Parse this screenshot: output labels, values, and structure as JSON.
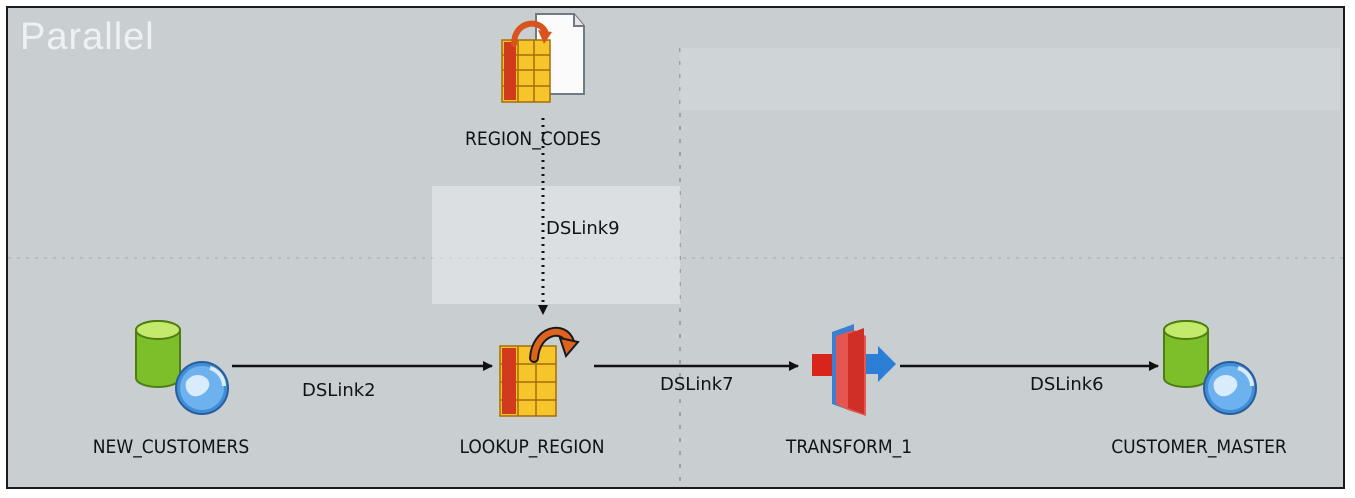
{
  "canvas": {
    "title": "Parallel",
    "background": "#c9ced1"
  },
  "stages": {
    "region_codes": {
      "label": "REGION_CODES",
      "icon": "lookup-file-set-icon"
    },
    "new_customers": {
      "label": "NEW_CUSTOMERS",
      "icon": "database-connector-icon"
    },
    "lookup_region": {
      "label": "LOOKUP_REGION",
      "icon": "lookup-stage-icon"
    },
    "transform_1": {
      "label": "TRANSFORM_1",
      "icon": "transformer-stage-icon"
    },
    "customer_master": {
      "label": "CUSTOMER_MASTER",
      "icon": "database-connector-icon"
    }
  },
  "links": {
    "dslink9": {
      "label": "DSLink9",
      "style": "dotted",
      "from": "REGION_CODES",
      "to": "LOOKUP_REGION"
    },
    "dslink2": {
      "label": "DSLink2",
      "style": "solid",
      "from": "NEW_CUSTOMERS",
      "to": "LOOKUP_REGION"
    },
    "dslink7": {
      "label": "DSLink7",
      "style": "solid",
      "from": "LOOKUP_REGION",
      "to": "TRANSFORM_1"
    },
    "dslink6": {
      "label": "DSLink6",
      "style": "solid",
      "from": "TRANSFORM_1",
      "to": "CUSTOMER_MASTER"
    }
  }
}
